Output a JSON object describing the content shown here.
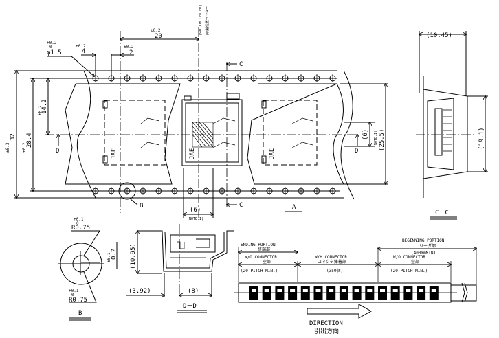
{
  "title_block": {
    "vacuum_center": "(VACUUM CENTER)",
    "vacuum_center_jp": "(吸着位置センター)"
  },
  "top_dims": {
    "hole_tol_plus": "+0.2",
    "hole_tol_zero": "0",
    "hole_dia": "φ1.5",
    "pitch_tol": "±0.2",
    "pitch": "4",
    "offset_tol": "±0.2",
    "offset": "2",
    "vacuum_tol": "±0.2",
    "vacuum": "20"
  },
  "left_dims": {
    "width_tol": "±0.3",
    "width": "32",
    "holes_tol": "±0.2",
    "holes": "28.4",
    "center_tol": "±0.2",
    "center": "14.2"
  },
  "main_view": {
    "section_c": "C",
    "section_d": "D",
    "detail_b": "B",
    "label_a": "A",
    "brand": "JAE",
    "dim_6": "(6)",
    "note1": "(NOTE.1)",
    "dim_25_5": "(25.5)"
  },
  "section_cc": {
    "title": "C－C",
    "width": "(10.45)",
    "height": "(19.1)"
  },
  "detail_b": {
    "title": "B",
    "r_top_tol_plus": "+0.1",
    "r_top_tol_zero": "0",
    "r_top": "R0.75",
    "r_bot_tol_plus": "+0.1",
    "r_bot_tol_zero": "0",
    "r_bot": "R0.75",
    "offset_tol": "±0.1",
    "offset": "0.2"
  },
  "section_dd": {
    "title": "D－D",
    "height": "(10.95)",
    "left": "(3.92)",
    "right": "(8)"
  },
  "reel": {
    "ending_portion": "ENDING PORTION",
    "ending_portion_jp": "終端部",
    "wo_connector_end": "W/O CONNECTOR",
    "wo_connector_end_jp": "空部",
    "pitch_min_end": "(20 PITCH MIN.)",
    "wh_connector": "W/H CONNECTOR",
    "wh_connector_jp": "コネクタ挿着部",
    "wh_count": "(350個)",
    "beginning_portion": "BEGINNING PORTION",
    "beginning_portion_jp": "リーダ部",
    "beginning_len": "(400mmMIN)",
    "wo_connector_begin": "W/O CONNECTOR",
    "wo_connector_begin_jp": "空部",
    "pitch_min_begin": "(20 PITCH MIN.)",
    "direction": "DIRECTION",
    "direction_jp": "引出方向"
  }
}
